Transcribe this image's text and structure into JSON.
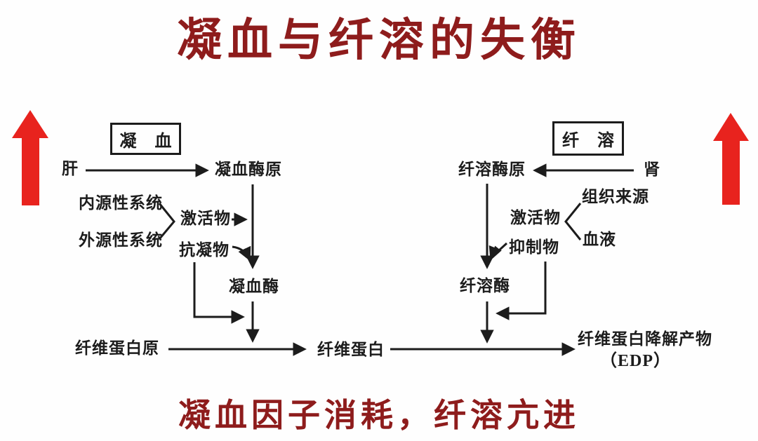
{
  "title": "凝血与纤溶的失衡",
  "caption": "凝血因子消耗，纤溶亢进",
  "colors": {
    "title_red": "#8E1C1C",
    "arrow_red": "#E8231E",
    "ink": "#1C1C1C"
  },
  "coagulation": {
    "header": "凝 血",
    "liver": "肝",
    "prothrombin": "凝血酶原",
    "intrinsic_system": "内源性系统",
    "extrinsic_system": "外源性系统",
    "activator": "激活物",
    "anticoagulant": "抗凝物",
    "thrombin": "凝血酶",
    "fibrinogen": "纤维蛋白原",
    "fibrin": "纤维蛋白"
  },
  "fibrinolysis": {
    "header": "纤 溶",
    "kidney": "肾",
    "plasminogen": "纤溶酶原",
    "tissue_source": "组织来源",
    "blood": "血液",
    "activator": "激活物",
    "inhibitor": "抑制物",
    "plasmin": "纤溶酶",
    "degradation_products": "纤维蛋白降解产物",
    "degradation_abbr": "（EDP）"
  }
}
